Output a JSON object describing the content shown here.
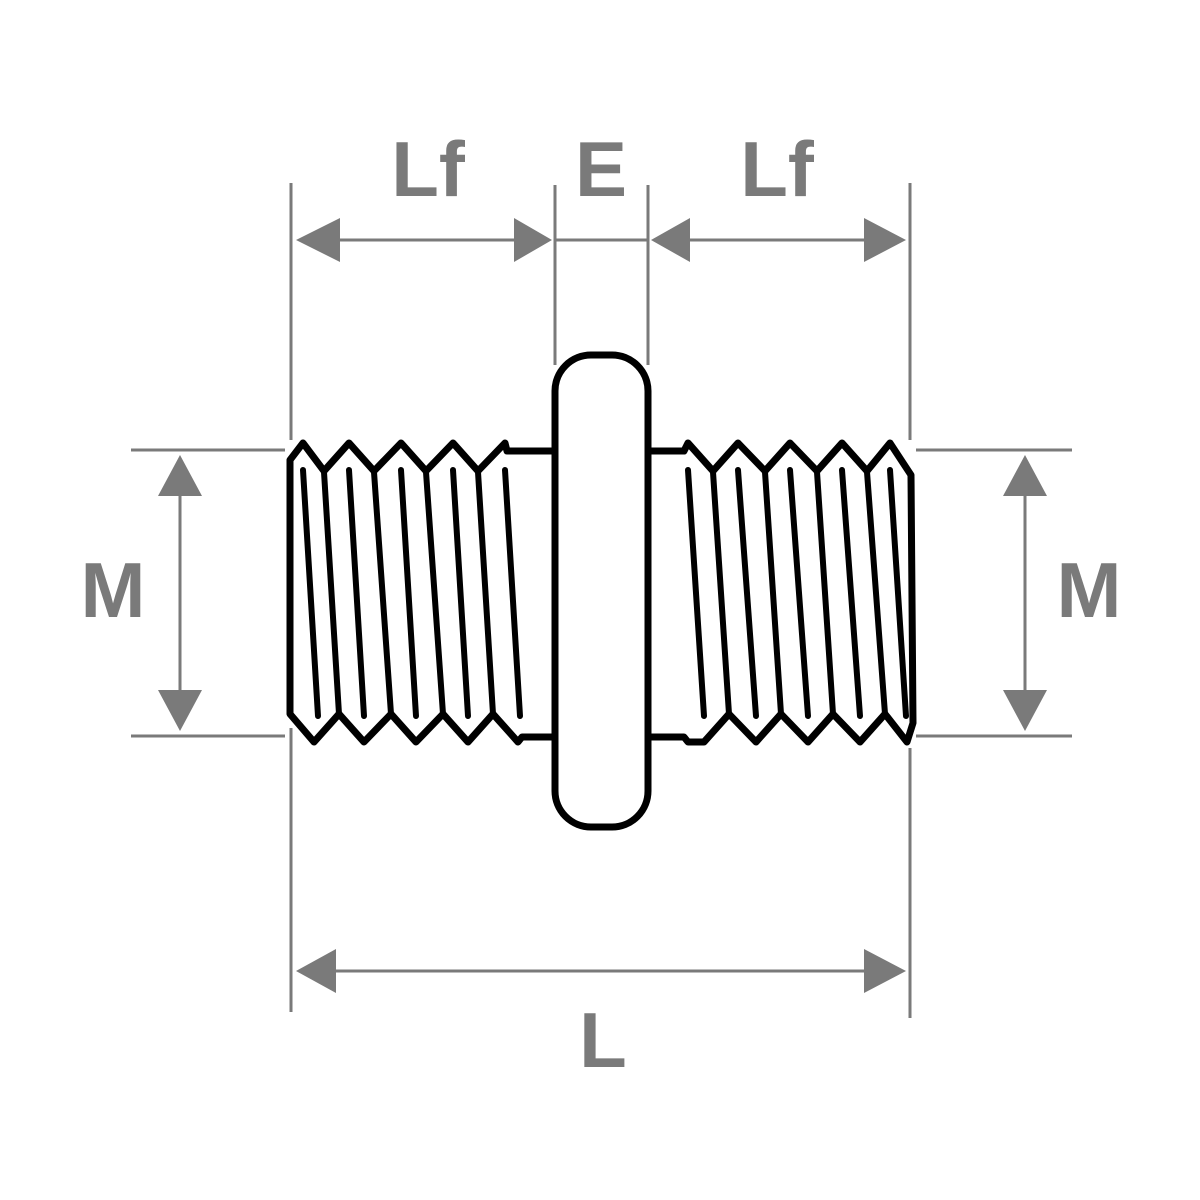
{
  "colors": {
    "dimension": "#7a7a7a",
    "outline": "#000000",
    "background": "#ffffff"
  },
  "labels": {
    "thread_length_left": "Lf",
    "flange_width": "E",
    "thread_length_right": "Lf",
    "diameter_left": "M",
    "diameter_right": "M",
    "total_length": "L"
  }
}
